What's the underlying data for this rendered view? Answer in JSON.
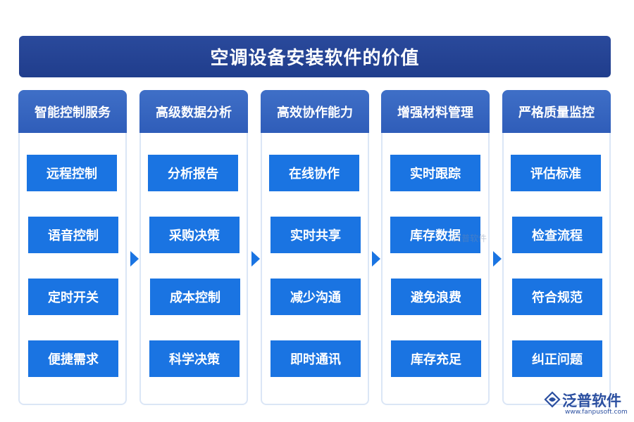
{
  "title": "空调设备安装软件的价值",
  "colors": {
    "title_bg": "#203d8c",
    "header_bg": "#2f5db9",
    "item_bg": "#1a74e2",
    "border": "#dbe6f6",
    "logo": "#2b4fa0"
  },
  "columns": [
    {
      "header": "智能控制服务",
      "items": [
        "远程控制",
        "语音控制",
        "定时开关",
        "便捷需求"
      ]
    },
    {
      "header": "高级数据分析",
      "items": [
        "分析报告",
        "采购决策",
        "成本控制",
        "科学决策"
      ]
    },
    {
      "header": "高效协作能力",
      "items": [
        "在线协作",
        "实时共享",
        "减少沟通",
        "即时通讯"
      ]
    },
    {
      "header": "增强材料管理",
      "items": [
        "实时跟踪",
        "库存数据",
        "避免浪费",
        "库存充足"
      ]
    },
    {
      "header": "严格质量监控",
      "items": [
        "评估标准",
        "检查流程",
        "符合规范",
        "纠正问题"
      ]
    }
  ],
  "watermark": "泛普软件",
  "logo": {
    "name": "泛普软件",
    "url": "www.fanpusoft.com",
    "icon": "fanpu-logo-icon"
  },
  "arrow_icon": "chevron-right-icon"
}
